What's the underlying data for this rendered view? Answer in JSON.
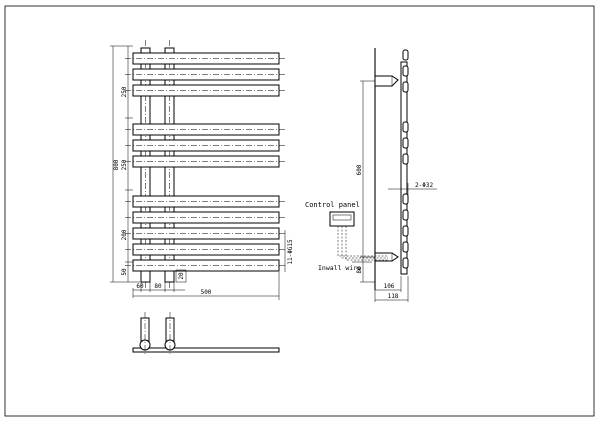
{
  "drawing": {
    "front_view": {
      "height_total": "800",
      "group_top": "250",
      "group_mid": "250",
      "group_low": "200",
      "bottom_offset": "50",
      "width_total": "500",
      "left_offset": "60",
      "pipe_spacing": "80",
      "small_gap": "20",
      "pipe_spec": "11-ΦG15"
    },
    "side_view": {
      "bracket_distance": "600",
      "bottom_height": "80",
      "depth_inner": "106",
      "depth_outer": "118",
      "pipe_label": "2-Φ32"
    },
    "control": {
      "panel_label": "Control panel",
      "wire_label": "Inwall wire"
    }
  }
}
